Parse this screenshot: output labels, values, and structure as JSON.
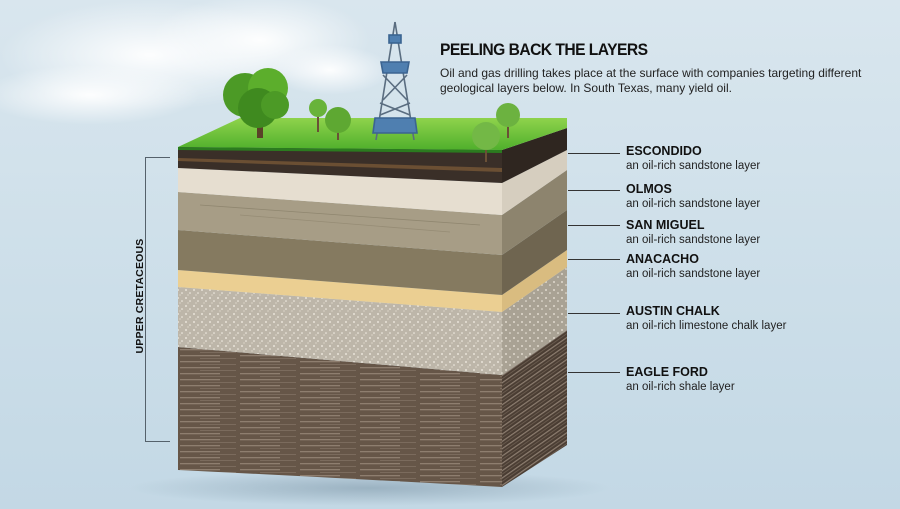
{
  "header": {
    "title": "PEELING BACK THE LAYERS",
    "subtitle": "Oil and gas drilling takes place at the surface with companies targeting different geological layers below. In South Texas, many yield oil."
  },
  "era_bracket": {
    "label": "UPPER CRETACEOUS"
  },
  "layers": [
    {
      "name": "ESCONDIDO",
      "description": "an oil-rich sandstone layer",
      "color": "#e6ded0"
    },
    {
      "name": "OLMOS",
      "description": "an oil-rich sandstone layer",
      "color": "#a79d86"
    },
    {
      "name": "SAN MIGUEL",
      "description": "an oil-rich sandstone layer",
      "color": "#857a60"
    },
    {
      "name": "ANACACHO",
      "description": "an oil-rich sandstone layer",
      "color": "#ebcf92"
    },
    {
      "name": "AUSTIN CHALK",
      "description": "an oil-rich limestone chalk layer",
      "color": "#bcb5a8"
    },
    {
      "name": "EAGLE FORD",
      "description": "an oil-rich shale layer",
      "color": "#6a5a4c"
    }
  ],
  "surface": {
    "grass_color": "#6cc63a",
    "soil_color": "#3a2f28",
    "derrick_color": "#4f7fb0",
    "icons": [
      "oil-derrick-icon",
      "tree-icon"
    ]
  }
}
